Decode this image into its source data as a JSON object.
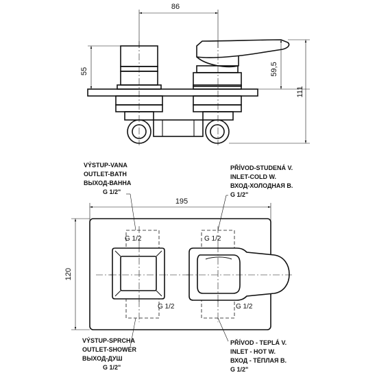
{
  "dimensions": {
    "top_width": "86",
    "handle_height_left": "55",
    "handle_height_right": "59,5",
    "total_height": "111",
    "plate_width": "195",
    "plate_height": "120"
  },
  "threads": {
    "top_left": "G 1/2",
    "top_right": "G 1/2",
    "bottom_left": "G 1/2",
    "bottom_right": "G 1/2"
  },
  "labels": {
    "outlet_bath": [
      "VÝSTUP-VANA",
      "OUTLET-BATH",
      "ВЫХОД-ВАННА",
      "G 1/2\""
    ],
    "inlet_cold": [
      "PŘÍVOD-STUDENÁ V.",
      "INLET-COLD W.",
      "ВХОД-ХОЛОДНАЯ В.",
      "G 1/2\""
    ],
    "outlet_shower": [
      "VÝSTUP-SPRCHA",
      "OUTLET-SHOWER",
      "ВЫХОД-ДУШ",
      "G 1/2\""
    ],
    "inlet_hot": [
      "PŘÍVOD - TEPLÁ V.",
      "INLET - HOT W.",
      "ВХОД - ТЁПЛАЯ В.",
      "G 1/2\""
    ]
  }
}
